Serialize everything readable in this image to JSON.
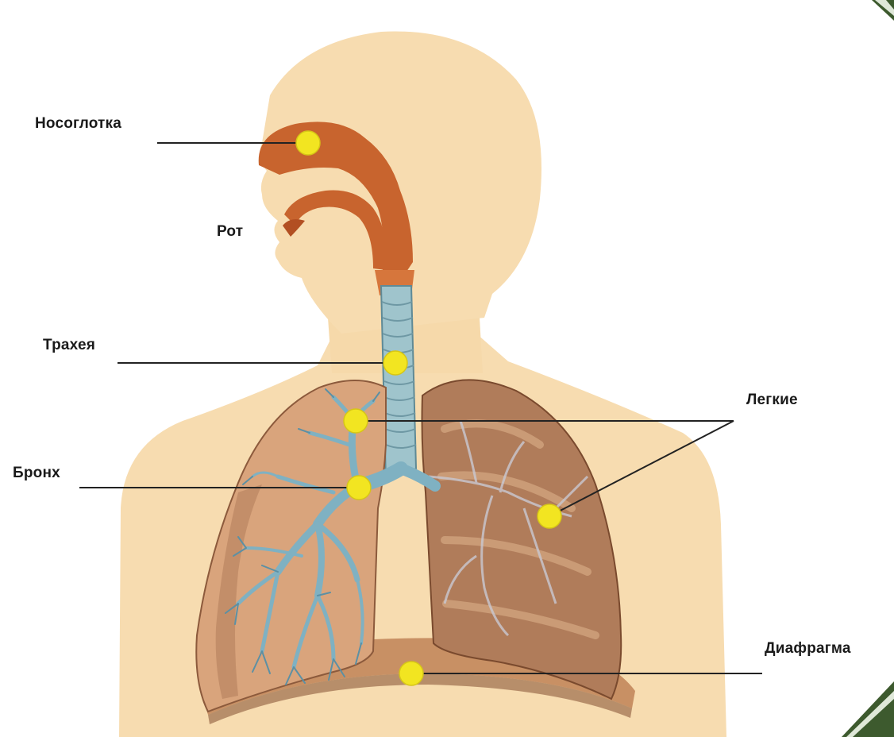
{
  "diagram": {
    "labels": {
      "nasopharynx": "Носоглотка",
      "mouth": "Рот",
      "trachea": "Трахея",
      "bronchus": "Бронх",
      "lungs": "Легкие",
      "diaphragm": "Диафрагма"
    },
    "colors": {
      "skin": "#f7dcb0",
      "skin_light": "#fbe9cc",
      "airway_orange": "#c8642e",
      "trachea_blue": "#9fc4cc",
      "bronchi_blue": "#7fb1c2",
      "lung_brown": "#b07c5a",
      "lung_dark": "#8c5a3c",
      "diaphragm": "#c89064",
      "marker_yellow": "#f2e521",
      "pointer_line": "#222222",
      "corner_green": "#3d5a2e"
    }
  }
}
